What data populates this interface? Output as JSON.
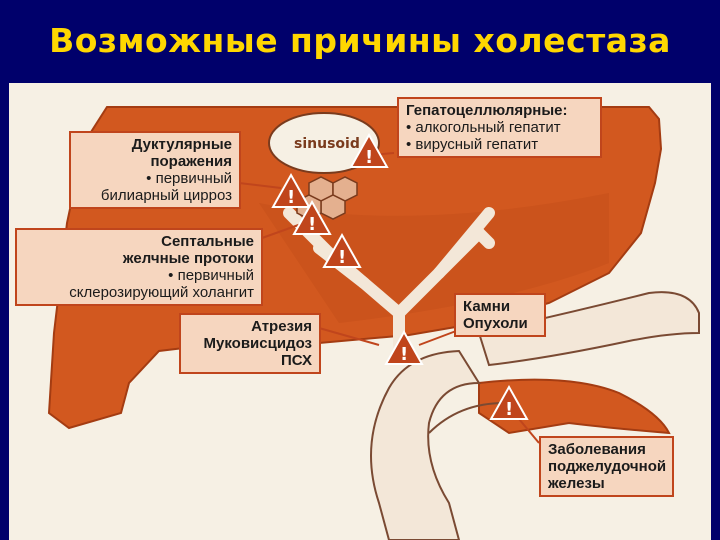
{
  "title": "Возможные причины холестаза",
  "diagram": {
    "sinusoid_label": "sinusoid",
    "boxes": {
      "hepatocellular": {
        "heading": "Гепатоцеллюлярные:",
        "items": [
          "• алкогольный гепатит",
          "• вирусный гепатит"
        ]
      },
      "ductular": {
        "heading_lines": [
          "Дуктулярные",
          "поражения"
        ],
        "detail_lines": [
          "• первичный",
          "билиарный цирроз"
        ]
      },
      "septal": {
        "heading_lines": [
          "Септальные",
          "желчные протоки"
        ],
        "detail_lines": [
          "• первичный",
          "склерозирующий холангит"
        ]
      },
      "atresia": {
        "lines": [
          "Атрезия",
          "Муковисцидоз",
          "ПСХ"
        ]
      },
      "stones": {
        "lines": [
          "Камни",
          "Опухоли"
        ]
      },
      "pancreas": {
        "lines": [
          "Заболевания",
          "поджелудочной",
          "железы"
        ]
      }
    },
    "warning_icon": "warning-triangle-icon",
    "colors": {
      "liver": "#d2581f",
      "liver_dark": "#b8461a",
      "duct": "#f3e7d8",
      "box_fill": "#f6d6bf",
      "box_border": "#c0451c",
      "title": "#ffd700",
      "background": "#00006b"
    }
  }
}
